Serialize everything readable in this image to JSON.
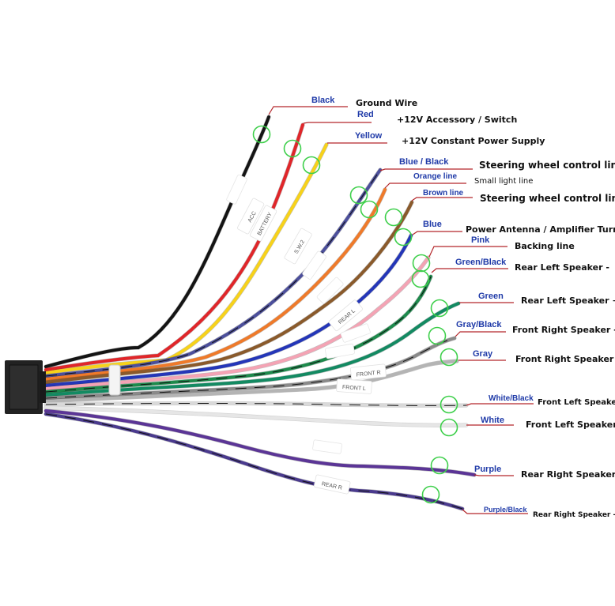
{
  "diagram": {
    "wires": [
      {
        "id": "black",
        "color_name": "Black",
        "function": "Ground Wire",
        "color": "#141414"
      },
      {
        "id": "red",
        "color_name": "Red",
        "function": "+12V  Accessory / Switch",
        "color": "#e0262a"
      },
      {
        "id": "yellow",
        "color_name": "Yellow",
        "function": "+12V Constant Power Supply",
        "color": "#f7d21a"
      },
      {
        "id": "blue-black",
        "color_name": "Blue  / Black",
        "function": "Steering wheel control line",
        "color": "#4c4f9c"
      },
      {
        "id": "orange",
        "color_name": "Orange line",
        "function": "Small light line",
        "color": "#ef7a2a"
      },
      {
        "id": "brown",
        "color_name": "Brown line",
        "function": "Steering wheel control line",
        "color": "#8a5a2b"
      },
      {
        "id": "blue",
        "color_name": "Blue",
        "function": "Power Antenna / Amplifier Turn on",
        "color": "#2436b8"
      },
      {
        "id": "pink",
        "color_name": "Pink",
        "function": "Backing line",
        "color": "#f4a3b4"
      },
      {
        "id": "green-black",
        "color_name": "Green/Black",
        "function": "Rear Left Speaker -",
        "color": "#1d8a4c"
      },
      {
        "id": "green",
        "color_name": "Green",
        "function": "Rear Left Speaker +",
        "color": "#138a62"
      },
      {
        "id": "gray-black",
        "color_name": "Gray/Black",
        "function": "Front Right Speaker -",
        "color": "#8a8a8a"
      },
      {
        "id": "gray",
        "color_name": "Gray",
        "function": "Front Right Speaker +",
        "color": "#b4b4b4"
      },
      {
        "id": "white-black",
        "color_name": "White/Black",
        "function": "Front Left Speaker -",
        "color": "#d9d9d9"
      },
      {
        "id": "white",
        "color_name": "White",
        "function": "Front Left Speaker +",
        "color": "#e6e6e6"
      },
      {
        "id": "purple",
        "color_name": "Purple",
        "function": "Rear Right Speaker +",
        "color": "#5b3596"
      },
      {
        "id": "purple-black",
        "color_name": "Purple/Black",
        "function": "Rear Right Speaker -",
        "color": "#4a3a8e"
      }
    ],
    "tags": [
      "ACC",
      "BATTERY",
      "S.W.2",
      "FRONT R",
      "FRONT L",
      "REAR L",
      "REAR R"
    ],
    "colors": {
      "label": "#1f3aa8",
      "pointer": "#b3262a",
      "marker": "#3dcf4a",
      "text": "#111111"
    }
  }
}
